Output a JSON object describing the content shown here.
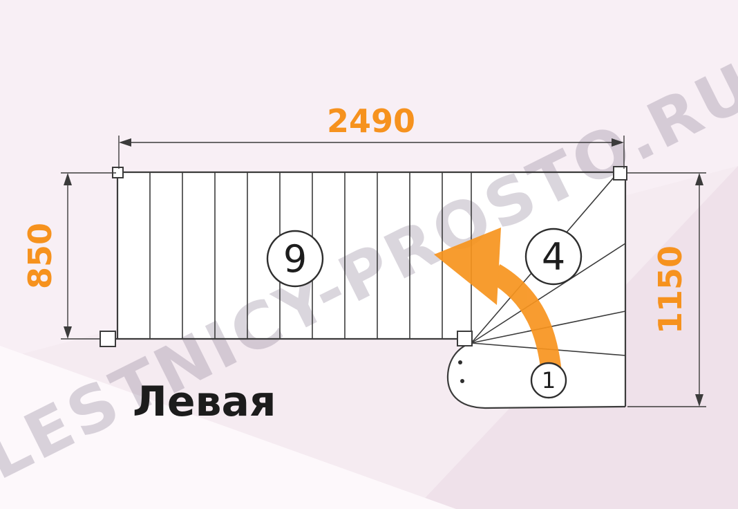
{
  "diagram": {
    "type": "staircase-plan-top-view",
    "title": "Левая",
    "watermark": "LESTNICY-PROSTO.RU",
    "dimensions": {
      "total_length_mm": "2490",
      "flight_width_mm": "850",
      "turn_depth_mm": "1150"
    },
    "step_labels": {
      "straight_flight_steps": "9",
      "winder_steps": "4",
      "bottom_step": "1"
    },
    "colors": {
      "dimension_text": "#f6921e",
      "arrow": "#f7941e",
      "drawing_line": "#3b3b3b",
      "background": "#f5ebf1",
      "watermark": "#8d8095"
    }
  }
}
